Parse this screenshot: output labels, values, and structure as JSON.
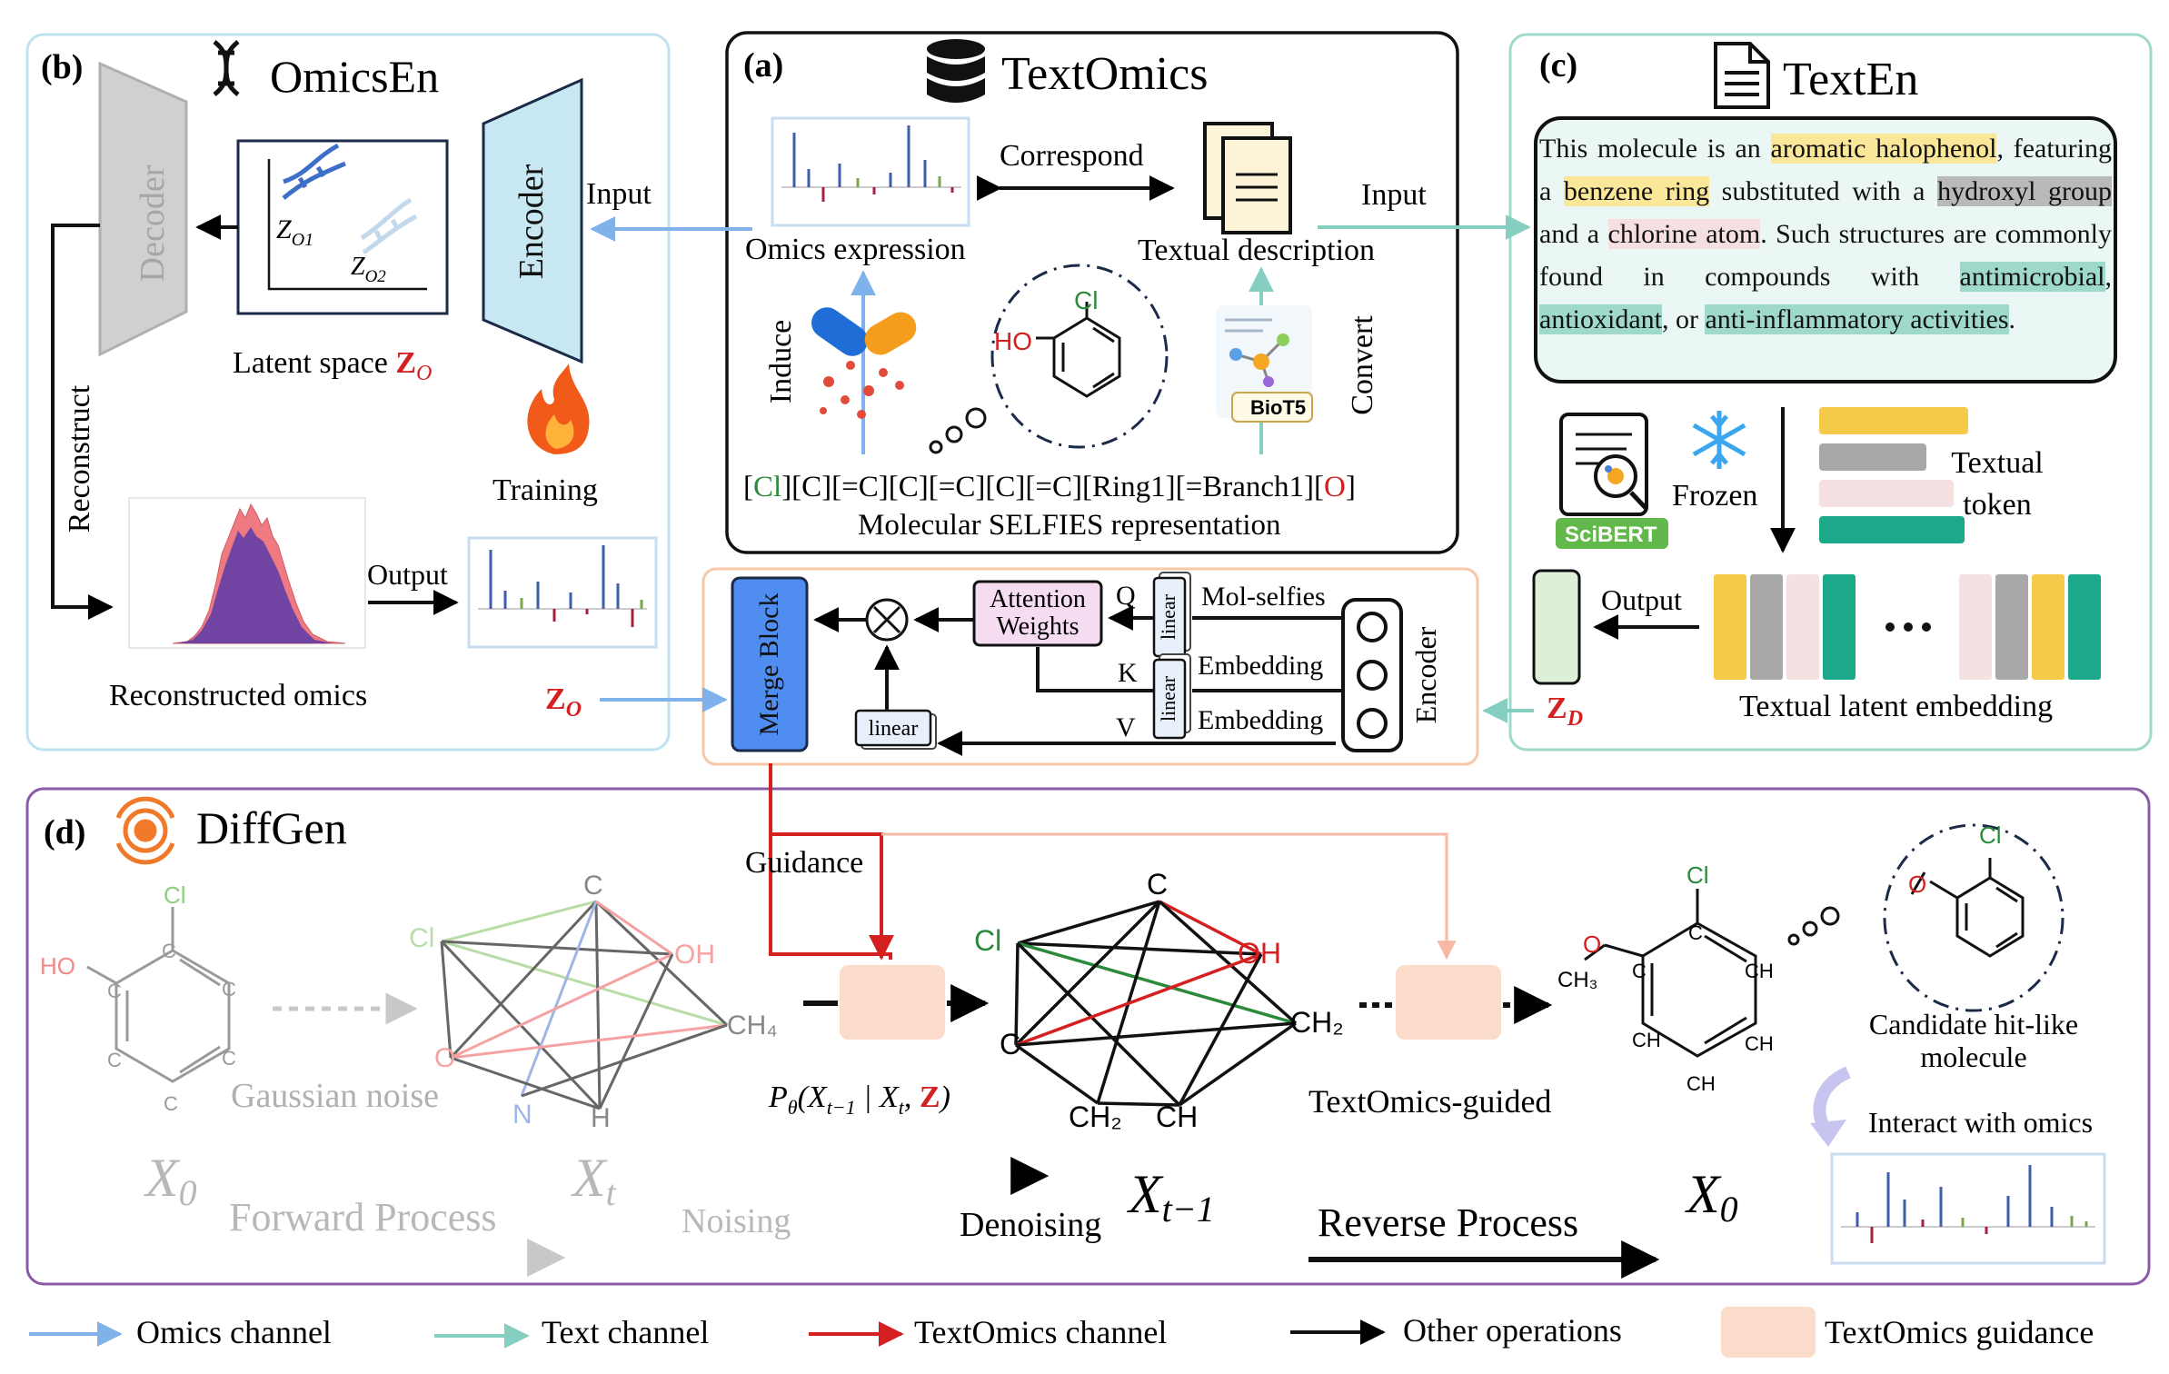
{
  "panels": {
    "a": {
      "tag": "(a)",
      "title": "TextOmics",
      "omics_expression": "Omics expression",
      "correspond": "Correspond",
      "textual_description": "Textual description",
      "induce": "Induce",
      "convert": "Convert",
      "biot5": "BioT5",
      "selfies_prefix": "[",
      "selfies_cl": "Cl",
      "selfies_mid": "][C][=C][C][=C][C][=C][Ring1][=Branch1][",
      "selfies_o": "O",
      "selfies_suffix": "]",
      "selfies_caption": "Molecular SELFIES representation",
      "mol_cl": "Cl",
      "mol_ho": "HO"
    },
    "b": {
      "tag": "(b)",
      "title": "OmicsEn",
      "decoder": "Decoder",
      "encoder": "Encoder",
      "input": "Input",
      "z01": "Z",
      "z01_sub": "O1",
      "z02": "Z",
      "z02_sub": "O2",
      "latent_space": "Latent space ",
      "latent_symbol": "Z",
      "latent_sub": "O",
      "training": "Training",
      "reconstruct": "Reconstruct",
      "output": "Output",
      "reconstructed_omics": "Reconstructed omics"
    },
    "c": {
      "tag": "(c)",
      "title": "TextEn",
      "input": "Input",
      "text": {
        "p1": "This molecule is an ",
        "h1": "aromatic halophenol",
        "p2": ", featuring a ",
        "h2": "benzene ring",
        "p3": " substituted with a ",
        "h3": "hydroxyl group",
        "p4": " and a ",
        "h4": "chlorine atom",
        "p5": ". Such structures are commonly found in compounds with ",
        "h5": "antimicrobial",
        "p6": ", ",
        "h6": "antioxidant",
        "p7": ", or ",
        "h7": "anti-inflammatory activities",
        "p8": "."
      },
      "scibert": "SciBERT",
      "frozen": "Frozen",
      "textual_token": "Textual token",
      "output": "Output",
      "zd": "Z",
      "zd_sub": "D",
      "latent_embedding": "Textual latent embedding"
    },
    "merge": {
      "merge_block": "Merge Block",
      "attention": "Attention Weights",
      "q": "Q",
      "k": "K",
      "v": "V",
      "linear": "linear",
      "mol_selfies": "Mol-selfies",
      "embedding_k": "Embedding",
      "embedding_v": "Embedding",
      "encoder": "Encoder",
      "zo": "Z",
      "zo_sub": "O"
    },
    "d": {
      "tag": "(d)",
      "title": "DiffGen",
      "guidance": "Guidance",
      "gaussian_noise": "Gaussian noise",
      "x0_left": "X",
      "x0_left_sub": "0",
      "xt": "X",
      "xt_sub": "t",
      "forward_process": "Forward Process",
      "noising": "Noising",
      "denoising": "Denoising",
      "xt1": "X",
      "xt1_sub": "t−1",
      "ptheta": "P",
      "textomics_guided": "TextOmics-guided",
      "reverse_process": "Reverse Process",
      "x0_right": "X",
      "x0_right_sub": "0",
      "candidate": "Candidate hit-like",
      "candidate2": "molecule",
      "interact": "Interact with omics",
      "atoms": {
        "cl": "Cl",
        "ho": "HO",
        "c": "C",
        "oh": "OH",
        "ch4": "CH₄",
        "o": "O",
        "n": "N",
        "h": "H",
        "ch2": "CH₂",
        "ch": "CH",
        "ch3": "CH₃"
      }
    }
  },
  "legend": [
    {
      "label": "Omics channel",
      "color": "#7fb1ea"
    },
    {
      "label": "Text channel",
      "color": "#86cfc0"
    },
    {
      "label": "TextOmics channel",
      "color": "#e02020"
    },
    {
      "label": "Other operations",
      "color": "#000000"
    },
    {
      "label": "TextOmics guidance",
      "color": "#fbdccb"
    }
  ],
  "colors": {
    "panel_b": "#bfe3ee",
    "panel_a": "#111111",
    "panel_c": "#9ed9cc",
    "merge": "#f7c7a8",
    "panel_d": "#8a5ba6",
    "red": "#d42020"
  }
}
